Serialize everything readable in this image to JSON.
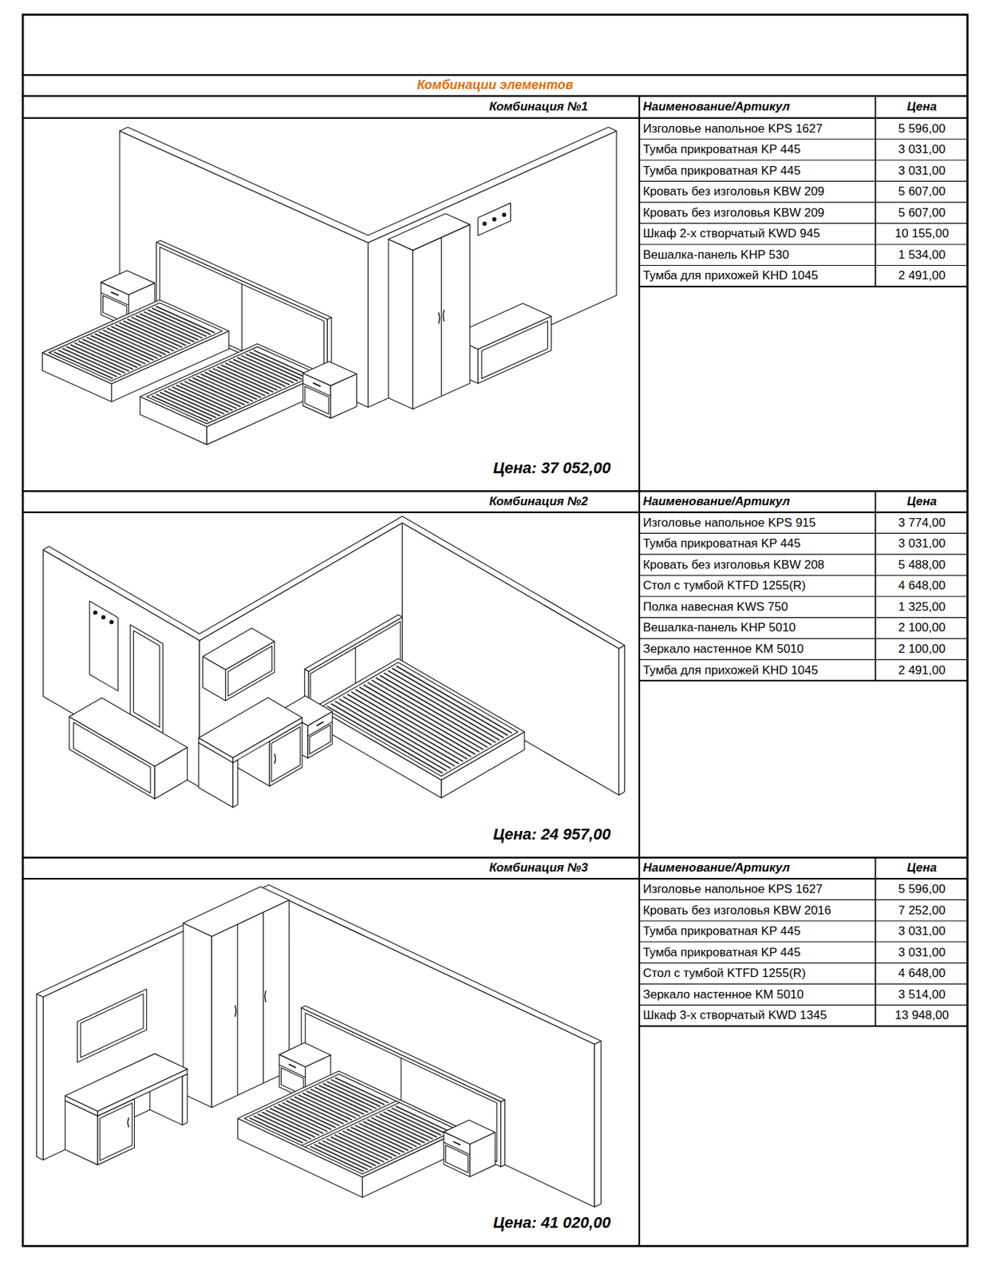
{
  "diagram": {
    "title": "Комбинации элементов",
    "labels": [
      "Комбинация №1",
      "Наименование/Артикул",
      "Цена",
      "Изголовье напольное KPS 1627",
      "5 596,00",
      "Тумба прикроватная KP 445",
      "3 031,00",
      "Тумба прикроватная KP 445",
      "3 031,00",
      "Кровать без изголовья KBW 209",
      "5 607,00",
      "Кровать без изголовья KBW 209",
      "5 607,00",
      "Шкаф 2-х створчатый KWD 945",
      "10 155,00",
      "Вешалка-панель KHP 530",
      "1 534,00",
      "Тумба для прихожей KHD 1045",
      "2 491,00",
      "Цена: 37 052,00",
      "Комбинация №2",
      "Наименование/Артикул",
      "Цена",
      "Изголовье напольное KPS 915",
      "3 774,00",
      "Тумба прикроватная KP 445",
      "3 031,00",
      "Кровать без изголовья KBW 208",
      "5 488,00",
      "Стол с тумбой KTFD 1255(R)",
      "4 648,00",
      "Полка навесная KWS 750",
      "1 325,00",
      "Вешалка-панель KHP 5010",
      "2 100,00",
      "Зеркало настенное KM 5010",
      "2 100,00",
      "Тумба для прихожей KHD 1045",
      "2 491,00",
      "Цена: 24 957,00",
      "Комбинация №3",
      "Наименование/Артикул",
      "Цена",
      "Изголовье напольное KPS 1627",
      "5 596,00",
      "Кровать без изголовья KBW 2016",
      "7 252,00",
      "Тумба прикроватная KP 445",
      "3 031,00",
      "Тумба прикроватная KP 445",
      "3 031,00",
      "Стол с тумбой KTFD 1255(R)",
      "4 648,00",
      "Зеркало настенное KM 5010",
      "3 514,00",
      "Шкаф 3-х створчатый KWD 1345",
      "13 948,00",
      "Цена: 41 020,00"
    ]
  }
}
